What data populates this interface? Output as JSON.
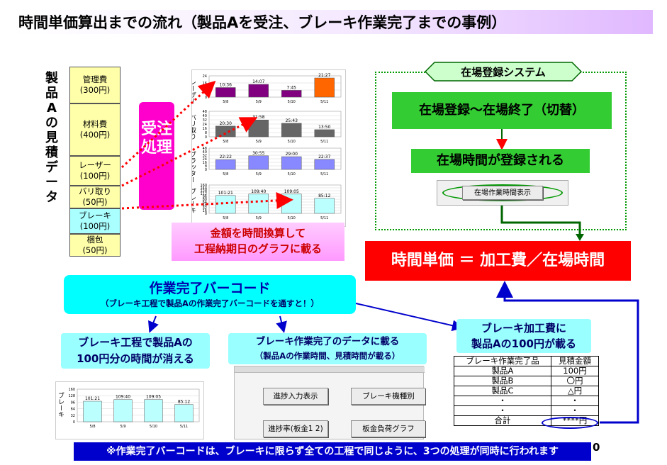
{
  "title": "時間単価算出までの流れ（製品Aを受注、ブレーキ作業完了までの事例）",
  "estimate_label": "製品Aの見積データ",
  "estimate_rows": [
    {
      "name": "管理費",
      "amount": "(300円)",
      "color": "yellow"
    },
    {
      "name": "材料費",
      "amount": "(400円)",
      "color": "yellow"
    },
    {
      "name": "レーザー",
      "amount": "(100円)",
      "color": "yellow"
    },
    {
      "name": "バリ取り",
      "amount": "(50円)",
      "color": "yellow"
    },
    {
      "name": "ブレーキ",
      "amount": "(100円)",
      "color": "cyan"
    },
    {
      "name": "梱包",
      "amount": "(50円)",
      "color": "yellow"
    }
  ],
  "order_process": "受注処理",
  "process_charts": [
    {
      "label": "レーザー",
      "ticks": [
        "24",
        "16",
        "8",
        "0"
      ],
      "bars": [
        {
          "v": "10:36",
          "h": 0.45,
          "c": "#800080"
        },
        {
          "v": "14:07",
          "h": 0.6,
          "c": "#800080"
        },
        {
          "v": "7:45",
          "h": 0.32,
          "c": "#800080"
        },
        {
          "v": "21:27",
          "h": 0.9,
          "c": "#ff6600"
        }
      ]
    },
    {
      "label": "バリ取り",
      "ticks": [
        "48",
        "40",
        "32",
        "24",
        "16",
        "8",
        "0"
      ],
      "bars": [
        {
          "v": "20:30",
          "h": 0.42,
          "c": "#666666"
        },
        {
          "v": "31:58",
          "h": 0.66,
          "c": "#666666"
        },
        {
          "v": "25:43",
          "h": 0.53,
          "c": "#666666"
        },
        {
          "v": "13:50",
          "h": 0.28,
          "c": "#666666"
        }
      ]
    },
    {
      "label": "ブラッター",
      "ticks": [
        "48",
        "40",
        "32",
        "24",
        "16",
        "8",
        "0"
      ],
      "bars": [
        {
          "v": "22:22",
          "h": 0.46,
          "c": "#8888ff"
        },
        {
          "v": "30:55",
          "h": 0.64,
          "c": "#8888ff"
        },
        {
          "v": "29:00",
          "h": 0.6,
          "c": "#8888ff"
        },
        {
          "v": "22:37",
          "h": 0.47,
          "c": "#8888ff"
        }
      ]
    },
    {
      "label": "ブレーキ",
      "ticks": [
        "160",
        "144",
        "128",
        "112",
        "96",
        "80",
        "64",
        "48",
        "32",
        "16",
        "0"
      ],
      "bars": [
        {
          "v": "101:21",
          "h": 0.63,
          "c": "#bbffff"
        },
        {
          "v": "109:40",
          "h": 0.68,
          "c": "#bbffff"
        },
        {
          "v": "109:05",
          "h": 0.68,
          "c": "#bbffff"
        },
        {
          "v": "85:12",
          "h": 0.53,
          "c": "#bbffff"
        }
      ]
    }
  ],
  "chart_dates": [
    "5/8",
    "5/9",
    "5/10",
    "5/11"
  ],
  "convert_note": [
    "金額を時間換算して",
    "工程納期日のグラフに載る"
  ],
  "system_title": "在場登録システム",
  "system_step1": "在場登録～在場終了（切替）",
  "system_step2": "在場時間が登録される",
  "system_button": "在場作業時間表示",
  "formula": "時間単価 ＝ 加工費／在場時間",
  "barcode_title": "作業完了バーコード",
  "barcode_sub": "（ブレーキ工程で製品Aの作業完了バーコードを通すと！）",
  "result1": [
    "ブレーキ工程で製品Aの",
    "100円分の時間が消える"
  ],
  "result2": [
    "ブレーキ作業完了のデータに載る",
    "（製品Aの作業時間、見積時間が載る）"
  ],
  "result3": [
    "ブレーキ加工費に",
    "製品Aの100円が載る"
  ],
  "small_chart": {
    "label": "ブレーキ",
    "ticks": [
      "160",
      "128",
      "96",
      "64",
      "32",
      "0"
    ],
    "bars": [
      {
        "v": "101:21",
        "h": 0.63,
        "c": "#bbffff"
      },
      {
        "v": "109:40",
        "h": 0.68,
        "c": "#bbffff"
      },
      {
        "v": "109:05",
        "h": 0.68,
        "c": "#bbffff"
      },
      {
        "v": "85:12",
        "h": 0.53,
        "c": "#bbffff"
      }
    ]
  },
  "ui_buttons": [
    "進捗入力表示",
    "ブレーキ機種別",
    "進捗率(板金1 2)",
    "板金負荷グラフ"
  ],
  "est_table": {
    "headers": [
      "ブレーキ作業完了品",
      "見積金額"
    ],
    "rows": [
      [
        "製品A",
        "100円"
      ],
      [
        "製品B",
        "〇円"
      ],
      [
        "製品C",
        "△円"
      ],
      [
        "・",
        "・"
      ],
      [
        "・",
        "・"
      ],
      [
        "合計",
        "****円"
      ]
    ]
  },
  "footer": "※作業完了バーコードは、ブレーキに限らず全ての工程で同じように、3つの処理が同時に行われます",
  "page_number": "0"
}
